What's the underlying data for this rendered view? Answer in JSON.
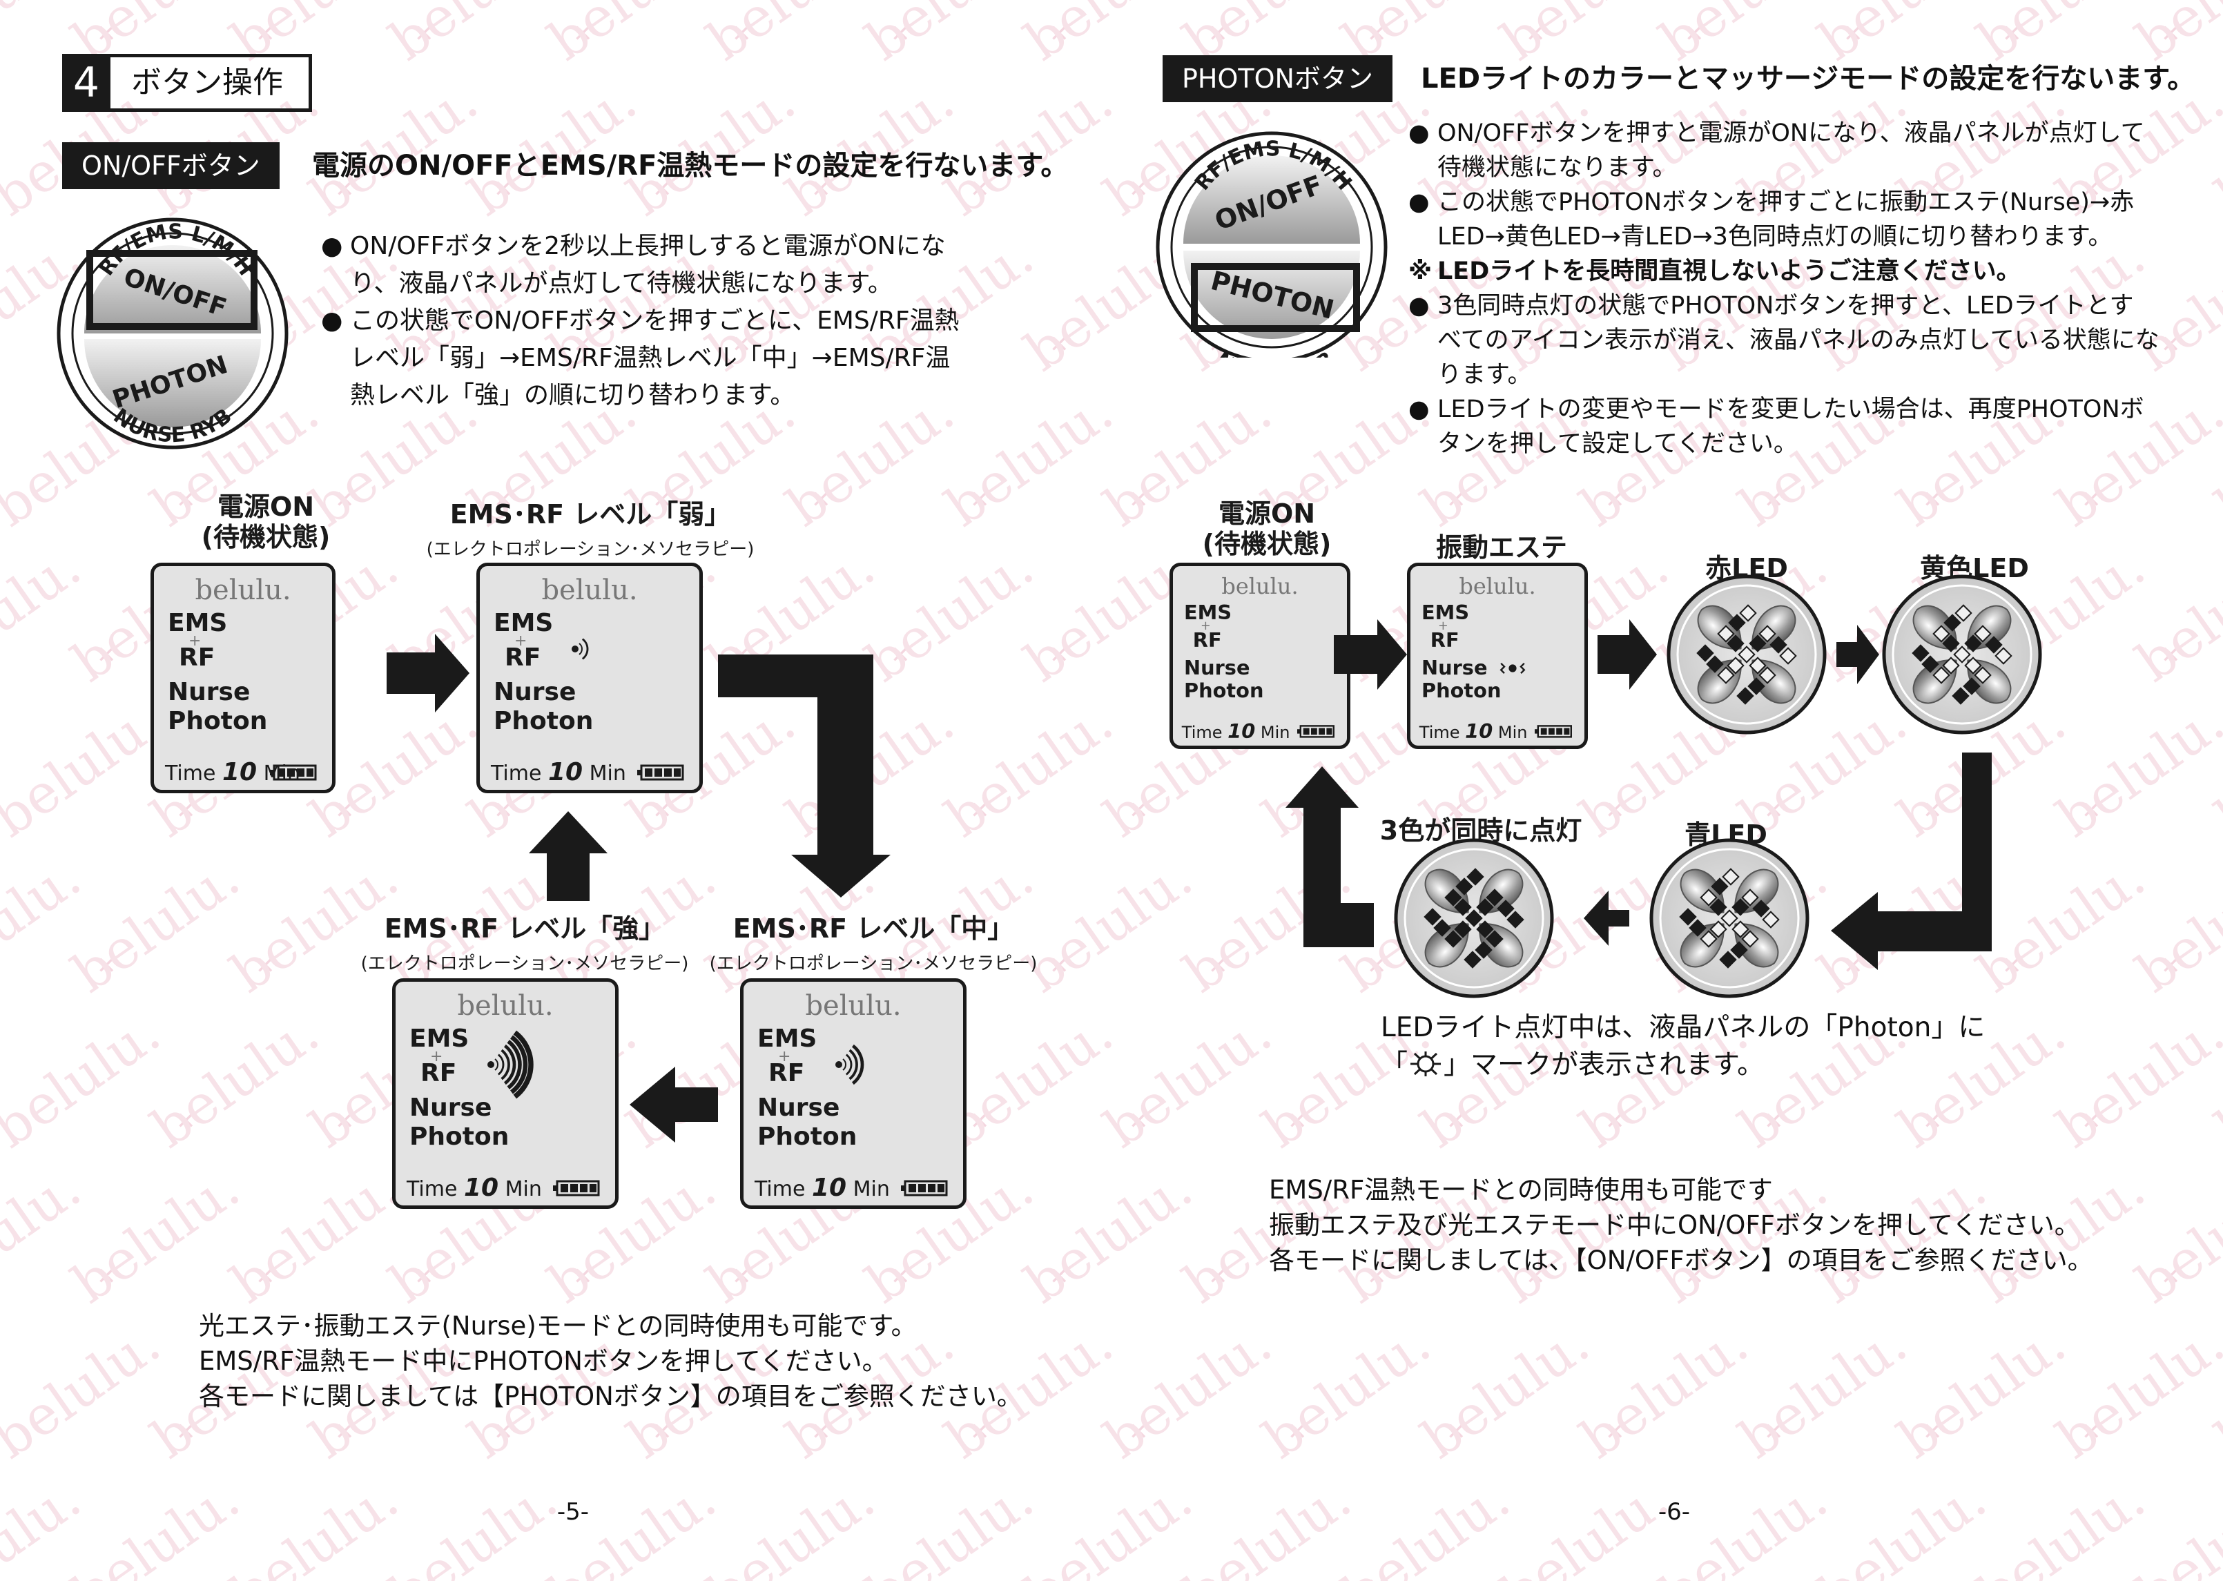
{
  "watermark_text": "belulu.",
  "left_page": {
    "section_number": "4",
    "section_title": "ボタン操作",
    "onoff_tag": "ON/OFFボタン",
    "onoff_headline": "電源のON/OFFとEMS/RF温熱モードの設定を行ないます。",
    "button_illustration": {
      "top_arc": "RF/EMS  L/M/H",
      "button1": "ON/OFF",
      "button2": "PHOTON",
      "bottom_arc": "NURSE  RYB"
    },
    "bullets": [
      {
        "lines": [
          "ON/OFFボタンを2秒以上長押しすると電源がONにな",
          "り、液晶パネルが点灯して待機状態になります。"
        ]
      },
      {
        "lines": [
          "この状態でON/OFFボタンを押すごとに、EMS/RF温熱",
          "レベル「弱」→EMS/RF温熱レベル「中」→EMS/RF温",
          "熱レベル「強」の順に切り替わります。"
        ]
      }
    ],
    "diagram": {
      "labels": {
        "standby": [
          "電源ON",
          "(待機状態)"
        ],
        "weak": [
          "EMS･RF レベル「弱」",
          "(エレクトロポレーション･メソセラピー)"
        ],
        "strong": [
          "EMS･RF レベル「強」",
          "(エレクトロポレーション･メソセラピー)"
        ],
        "mid": [
          "EMS･RF レベル「中」",
          "(エレクトロポレーション･メソセラピー)"
        ]
      }
    },
    "footnote": [
      "光エステ･振動エステ(Nurse)モードとの同時使用も可能です。",
      "EMS/RF温熱モード中にPHOTONボタンを押してください。",
      "各モードに関しましては【PHOTONボタン】の項目をご参照ください。"
    ],
    "page_number": "-5-"
  },
  "lcd": {
    "brand": "belulu.",
    "ems": "EMS",
    "plus": "+",
    "rf": "RF",
    "nurse": "Nurse",
    "photon": "Photon",
    "time_label": "Time",
    "time_value": "10",
    "time_unit": "Min"
  },
  "right_page": {
    "photon_tag": "PHOTONボタン",
    "photon_headline": "LEDライトのカラーとマッサージモードの設定を行ないます。",
    "bullets": [
      {
        "marker": "●",
        "lines": [
          "ON/OFFボタンを押すと電源がONになり、液晶パネルが点灯して",
          "待機状態になります。"
        ]
      },
      {
        "marker": "●",
        "lines": [
          "この状態でPHOTONボタンを押すごとに振動エステ(Nurse)→赤",
          "LED→黄色LED→青LED→3色同時点灯の順に切り替わります。"
        ]
      },
      {
        "marker": "※",
        "lines": [
          "LEDライトを長時間直視しないようご注意ください。"
        ]
      },
      {
        "marker": "●",
        "lines": [
          "3色同時点灯の状態でPHOTONボタンを押すと、LEDライトとす",
          "べてのアイコン表示が消え、液晶パネルのみ点灯している状態にな",
          "ります。"
        ]
      },
      {
        "marker": "●",
        "lines": [
          "LEDライトの変更やモードを変更したい場合は、再度PHOTONボ",
          "タンを押して設定してください。"
        ]
      }
    ],
    "diagram_labels": {
      "standby": [
        "電源ON",
        "(待機状態)"
      ],
      "vibration": "振動エステ",
      "red": "赤LED",
      "yellow": "黄色LED",
      "three": "3色が同時に点灯",
      "blue": "青LED"
    },
    "led_note": [
      "LEDライト点灯中は、液晶パネルの「Photon」に",
      "「",
      "」マークが表示されます。"
    ],
    "footnote": [
      "EMS/RF温熱モードとの同時使用も可能です",
      "振動エステ及び光エステモード中にON/OFFボタンを押してください。",
      "各モードに関しましては、【ON/OFFボタン】の項目をご参照ください。"
    ],
    "page_number": "-6-"
  }
}
